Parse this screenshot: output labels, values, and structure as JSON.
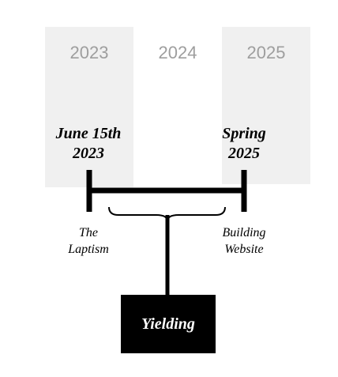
{
  "years": [
    "2023",
    "2024",
    "2025"
  ],
  "milestones": {
    "start": {
      "line1": "June 15th",
      "line2": "2023"
    },
    "end": {
      "line1": "Spring",
      "line2": "2025"
    }
  },
  "captions": {
    "start": {
      "line1": "The",
      "line2": "Laptism"
    },
    "end": {
      "line1": "Building",
      "line2": "Website"
    }
  },
  "result": {
    "label": "Yielding"
  }
}
